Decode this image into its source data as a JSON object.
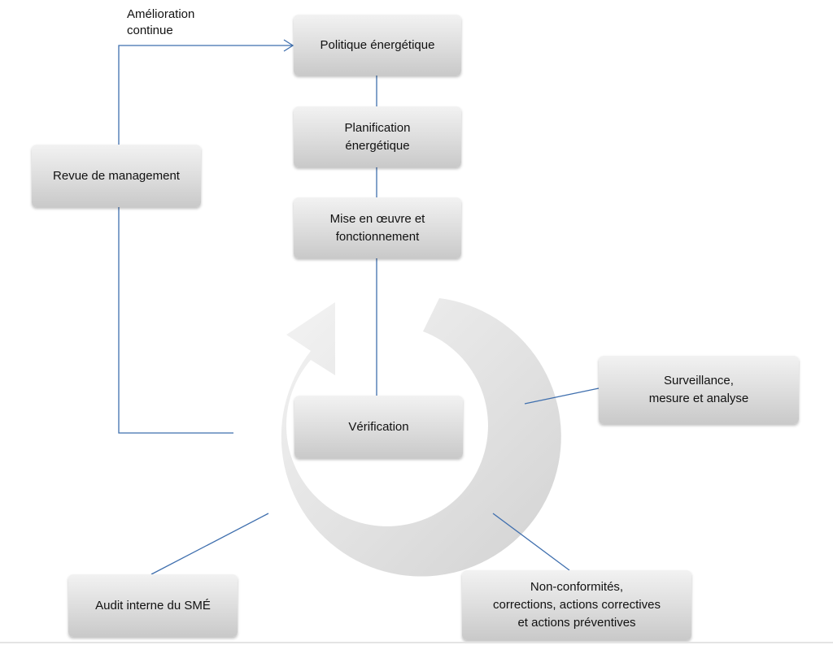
{
  "diagram": {
    "improvement_label": "Amélioration\ncontinue",
    "nodes": {
      "politique": "Politique énergétique",
      "planification": "Planification\nénergétique",
      "mise_en_oeuvre": "Mise en œuvre et\nfonctionnement",
      "verification": "Vérification",
      "revue": "Revue de management",
      "surveillance": "Surveillance,\nmesure et analyse",
      "audit": "Audit interne du SMÉ",
      "non_conformites": "Non-conformités,\ncorrections, actions correctives\net actions préventives"
    },
    "colors": {
      "connector": "#3f6fae",
      "box_top": "#f2f2f2",
      "box_bottom": "#c9c9c9",
      "cycle_arrow": "#e0e0e0"
    }
  }
}
